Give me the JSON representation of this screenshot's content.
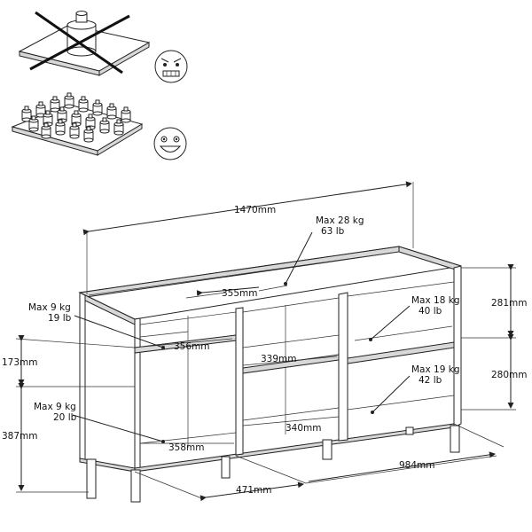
{
  "load_guide": {
    "wrong_icon": "angry-face-icon",
    "right_icon": "happy-face-icon"
  },
  "dimensions": {
    "width": "1470mm",
    "top_shelf_depth": "355mm",
    "left_shelf_depth": "356mm",
    "center_shelf_depth": "339mm",
    "center_bottom_depth": "340mm",
    "left_bottom_depth": "358mm",
    "cabinet_depth": "471mm",
    "right_width": "984mm",
    "right_upper_height": "281mm",
    "right_lower_height": "280mm",
    "left_upper_height": "173mm",
    "left_lower_height": "387mm"
  },
  "loads": {
    "top": {
      "kg": "Max 28 kg",
      "lb": "63 lb"
    },
    "left_shelf": {
      "kg": "Max 9 kg",
      "lb": "19 lb"
    },
    "left_bottom": {
      "kg": "Max 9 kg",
      "lb": "20 lb"
    },
    "right_upper": {
      "kg": "Max 18 kg",
      "lb": "40 lb"
    },
    "right_lower": {
      "kg": "Max 19 kg",
      "lb": "42 lb"
    }
  }
}
